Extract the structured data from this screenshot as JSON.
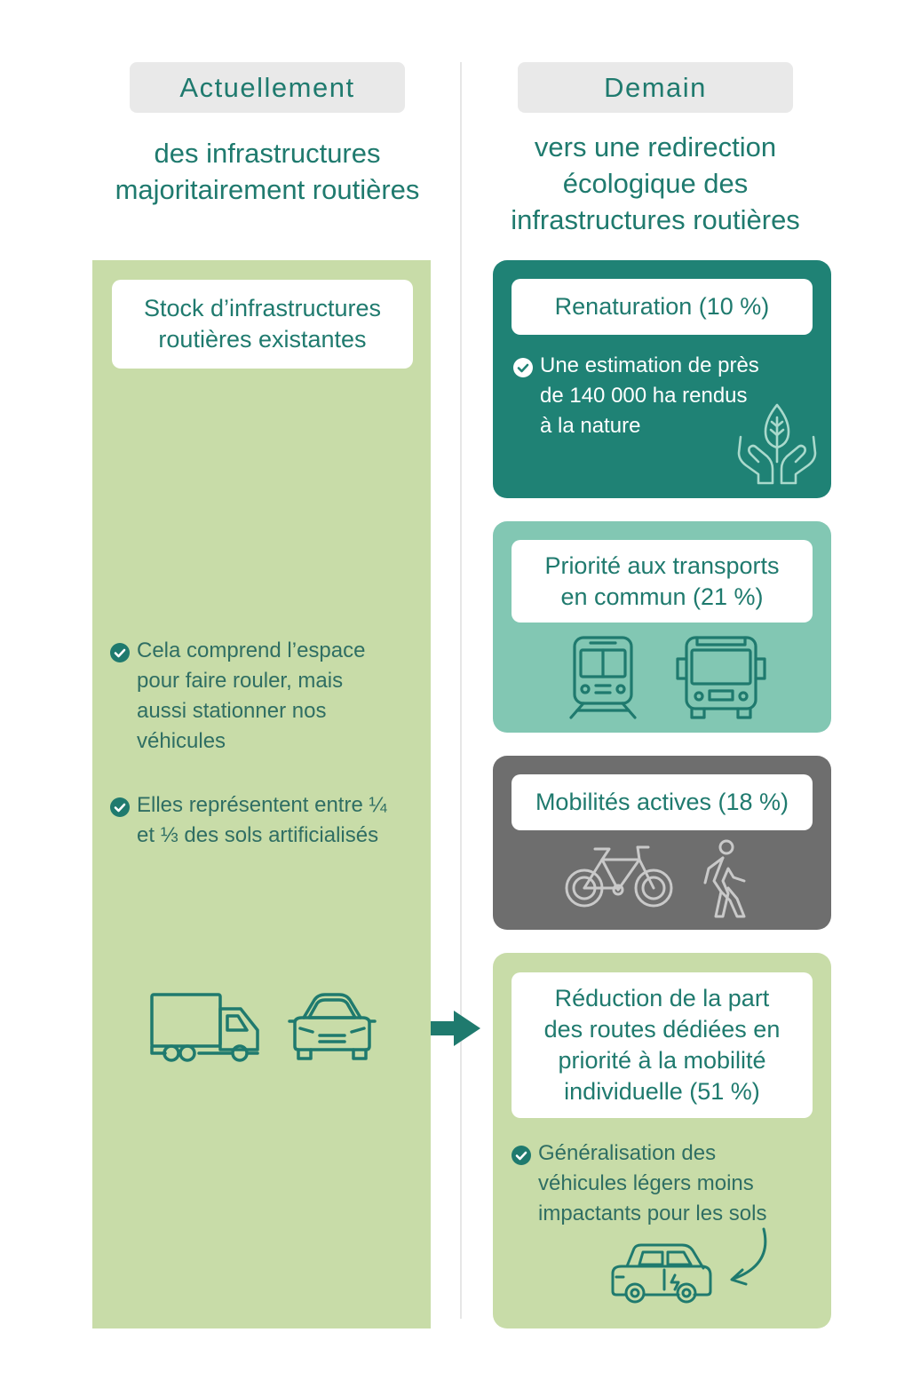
{
  "left": {
    "header": "Actuellement",
    "subtitle": [
      "des infrastructures",
      "majoritairement routières"
    ],
    "box_title": [
      "Stock d’infrastructures",
      "routières existantes"
    ],
    "bullets": [
      [
        "Cela comprend l’espace",
        "pour faire rouler, mais",
        "aussi stationner nos",
        "véhicules"
      ],
      [
        "Elles représentent entre ¼",
        "et ⅓ des sols artificialisés"
      ]
    ],
    "icons": [
      "truck-icon",
      "car-icon"
    ]
  },
  "right": {
    "header": "Demain",
    "subtitle": [
      "vers une redirection",
      "écologique des",
      "infrastructures routières"
    ],
    "cards": [
      {
        "title": [
          "Renaturation (10 %)"
        ],
        "bullet": [
          "Une estimation de près",
          "de 140 000 ha rendus",
          "à la nature"
        ],
        "icons": [
          "hands-leaf-icon"
        ],
        "color": "#1f8275"
      },
      {
        "title": [
          "Priorité aux transports",
          "en commun (21 %)"
        ],
        "icons": [
          "train-icon",
          "bus-icon"
        ],
        "color": "#82c7b3"
      },
      {
        "title": [
          "Mobilités actives (18 %)"
        ],
        "icons": [
          "bicycle-icon",
          "pedestrian-icon"
        ],
        "color": "#6e6e6e"
      },
      {
        "title": [
          "Réduction de la part",
          "des routes dédiées en",
          "priorité à la mobilité",
          "individuelle (51 %)"
        ],
        "bullet": [
          "Généralisation des",
          "véhicules légers moins",
          "impactants pour les sols"
        ],
        "icons": [
          "small-electric-car-icon",
          "curved-arrow-icon"
        ],
        "color": "#c8dca8"
      }
    ]
  },
  "arrow_icon": "right-arrow-icon",
  "colors": {
    "text": "#1f7a6e",
    "pill_bg": "#e9e9e9",
    "left_panel": "#c8dca8",
    "check": "#1f7a6e"
  }
}
